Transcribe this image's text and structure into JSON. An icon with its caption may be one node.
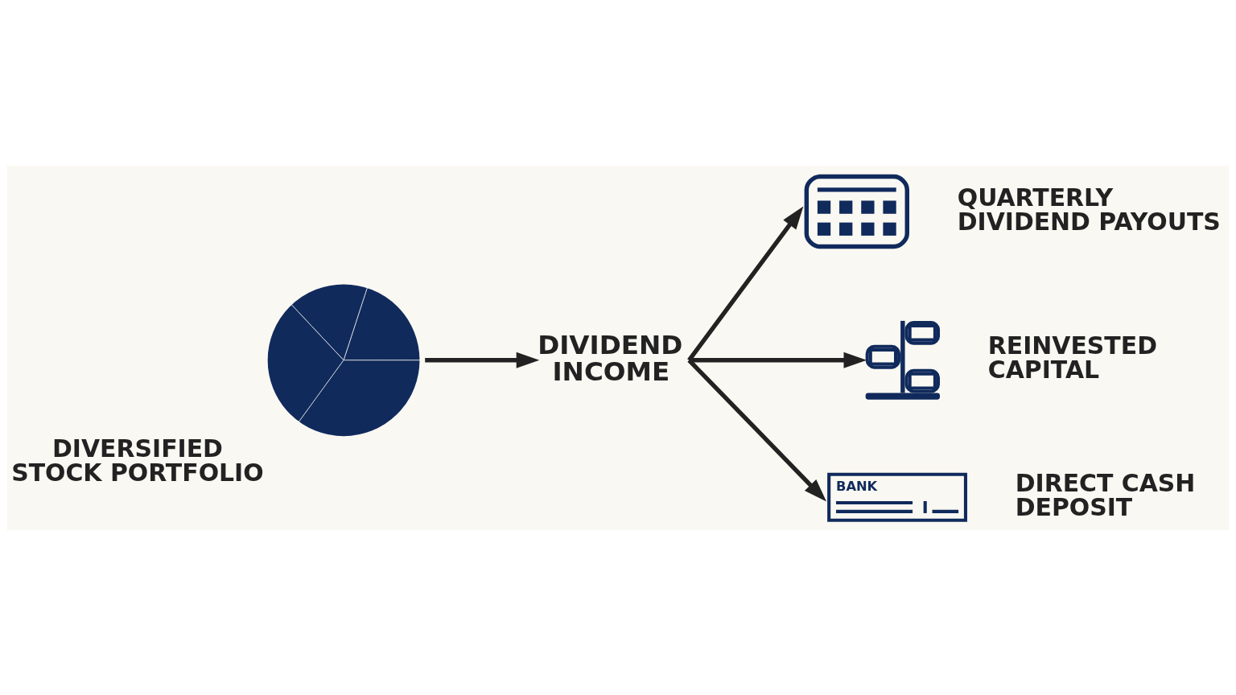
{
  "diagram": {
    "nodes": [
      {
        "text": [],
        "shape": "picture",
        "beside": [
          "DIVERSIFIED STOCK PORTFOLIO"
        ]
      },
      {
        "text": [
          "DIVIDEND INCOME"
        ]
      },
      {
        "text": [],
        "shape": "picture",
        "beside": [
          "QUARTERLY DIVIDEND PAYOUTS"
        ]
      },
      {
        "text": [],
        "shape": "picture",
        "beside": [
          "REINVESTED CAPITAL"
        ]
      },
      {
        "text": [
          "BANK"
        ],
        "beside": [
          "DIRECT CASH DEPOSIT"
        ]
      }
    ],
    "edges": [
      {
        "from": 0,
        "to": 1,
        "arrow": "to"
      },
      {
        "from": 1,
        "to": 2,
        "arrow": "to"
      },
      {
        "from": 1,
        "to": 3,
        "arrow": "to"
      },
      {
        "from": 1,
        "to": 4,
        "arrow": "to"
      }
    ]
  }
}
